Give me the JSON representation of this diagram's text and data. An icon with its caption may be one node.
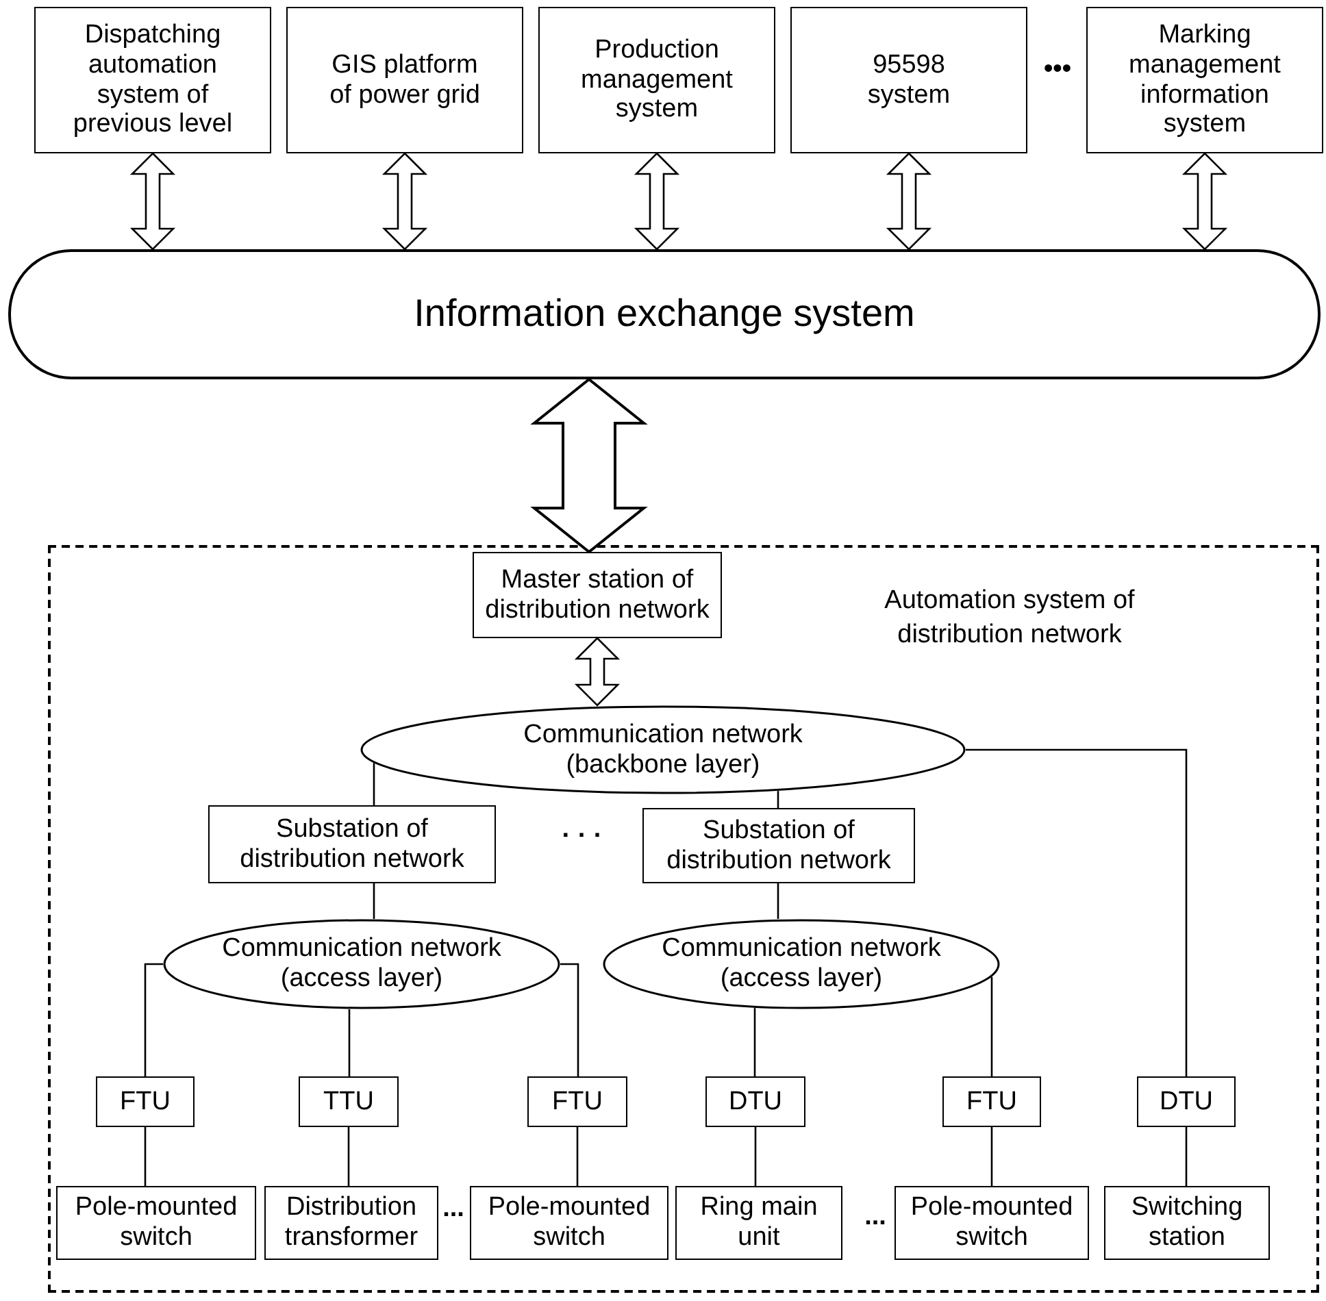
{
  "diagram": {
    "nodes": [
      {
        "text": [
          "Dispatching automation system of previous level"
        ]
      },
      {
        "text": [
          "GIS platform of power grid"
        ]
      },
      {
        "text": [
          "Production management system"
        ]
      },
      {
        "text": [
          "95598 system"
        ]
      },
      {
        "text": [
          "Marking management information system"
        ]
      },
      {
        "text": [
          "Information exchange system"
        ]
      },
      {
        "text": [
          "Automation system of distribution network"
        ]
      },
      {
        "text": [
          "Master station of distribution network"
        ],
        "in": 6
      },
      {
        "text": [
          "Communication network (backbone layer)"
        ],
        "in": 6
      },
      {
        "text": [
          "Substation of distribution network"
        ],
        "in": 6
      },
      {
        "text": [
          "Substation of distribution network"
        ],
        "in": 6
      },
      {
        "text": [
          "Communication network (access layer)"
        ],
        "in": 6
      },
      {
        "text": [
          "Communication network (access layer)"
        ],
        "in": 6
      },
      {
        "text": [
          "FTU"
        ],
        "in": 6
      },
      {
        "text": [
          "TTU"
        ],
        "in": 6
      },
      {
        "text": [
          "FTU"
        ],
        "in": 6
      },
      {
        "text": [
          "DTU"
        ],
        "in": 6
      },
      {
        "text": [
          "FTU"
        ],
        "in": 6
      },
      {
        "text": [
          "DTU"
        ],
        "in": 6
      },
      {
        "text": [
          "Pole-mounted switch"
        ],
        "in": 6
      },
      {
        "text": [
          "Distribution transformer"
        ],
        "in": 6
      },
      {
        "text": [
          "Pole-mounted switch"
        ],
        "in": 6
      },
      {
        "text": [
          "Ring main unit"
        ],
        "in": 6
      },
      {
        "text": [
          "Pole-mounted switch"
        ],
        "in": 6
      },
      {
        "text": [
          "Switching station"
        ],
        "in": 6
      }
    ],
    "edges": [
      {
        "from": 0,
        "to": 5,
        "arrow": "both"
      },
      {
        "from": 1,
        "to": 5,
        "arrow": "both"
      },
      {
        "from": 2,
        "to": 5,
        "arrow": "both"
      },
      {
        "from": 3,
        "to": 5,
        "arrow": "both"
      },
      {
        "from": 4,
        "to": 5,
        "arrow": "both"
      },
      {
        "from": 5,
        "to": 7,
        "arrow": "both",
        "style": "thick"
      },
      {
        "from": 7,
        "to": 8,
        "arrow": "both"
      },
      {
        "from": 8,
        "to": 9,
        "arrow": "none"
      },
      {
        "from": 8,
        "to": 10,
        "arrow": "none"
      },
      {
        "from": 8,
        "to": 18,
        "arrow": "none"
      },
      {
        "from": 9,
        "to": 11,
        "arrow": "none"
      },
      {
        "from": 10,
        "to": 12,
        "arrow": "none"
      },
      {
        "from": 11,
        "to": 13,
        "arrow": "none"
      },
      {
        "from": 11,
        "to": 14,
        "arrow": "none"
      },
      {
        "from": 11,
        "to": 15,
        "arrow": "none"
      },
      {
        "from": 12,
        "to": 16,
        "arrow": "none"
      },
      {
        "from": 12,
        "to": 17,
        "arrow": "none"
      },
      {
        "from": 13,
        "to": 19,
        "arrow": "none"
      },
      {
        "from": 14,
        "to": 20,
        "arrow": "none"
      },
      {
        "from": 15,
        "to": 21,
        "arrow": "none"
      },
      {
        "from": 16,
        "to": 22,
        "arrow": "none"
      },
      {
        "from": 17,
        "to": 23,
        "arrow": "none"
      },
      {
        "from": 18,
        "to": 24,
        "arrow": "none"
      }
    ],
    "labels": [
      "•••",
      "· · ·",
      "...",
      "..."
    ]
  }
}
